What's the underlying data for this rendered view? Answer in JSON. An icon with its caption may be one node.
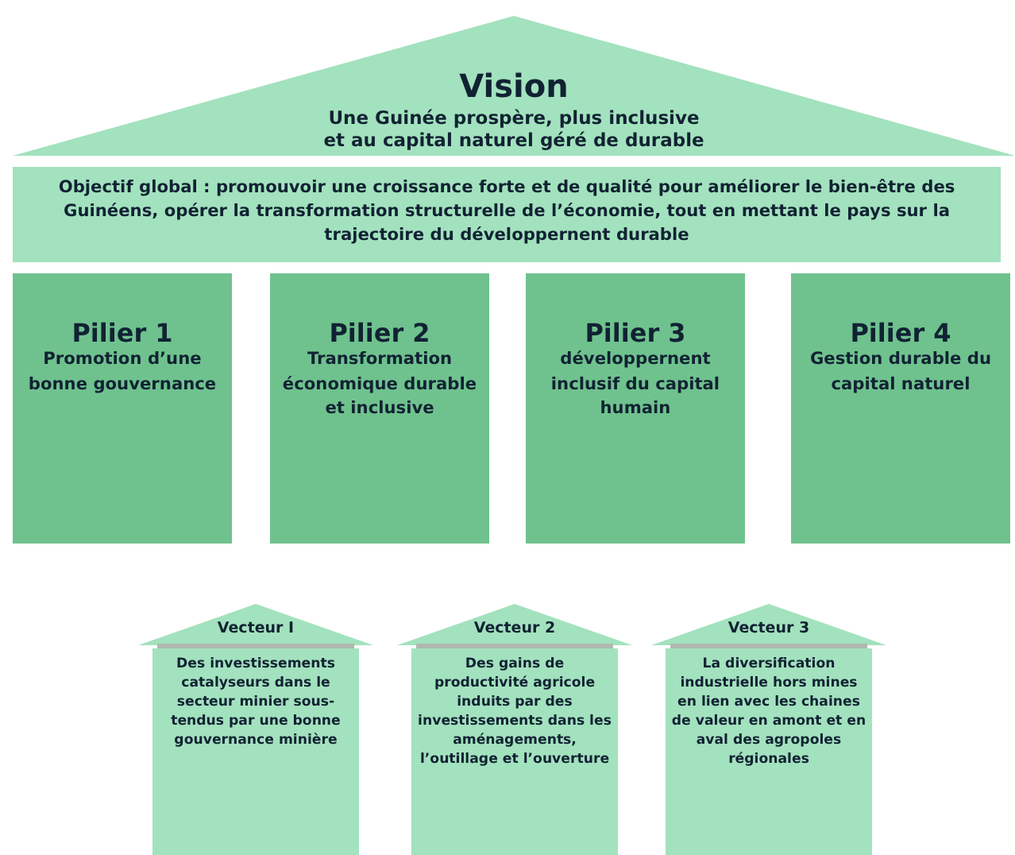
{
  "diagram": {
    "nodes": [
      {
        "text": [
          "Vision",
          "Une Guinée prospère, plus inclusive et au capital naturel géré de durable"
        ]
      },
      {
        "text": [
          "Objectif global : promouvoir une croissance forte et de qualité pour améliorer le bien-être des Guinéens, opérer la transformation structurelle de l’économie, tout en mettant le pays sur la trajectoire du développernent durable"
        ]
      },
      {
        "text": [
          "Pilier 1",
          "Promotion d’une bonne gouvernance"
        ]
      },
      {
        "text": [
          "Pilier 2",
          "Transformation économique durable et inclusive"
        ]
      },
      {
        "text": [
          "Pilier 3",
          "développernent inclusif du capital humain"
        ]
      },
      {
        "text": [
          "Pilier 4",
          "Gestion durable du capital naturel"
        ]
      },
      {
        "text": [
          "Vecteur I",
          "Des investissements catalyseurs dans le secteur minier sous-tendus par une bonne gouvernance minière"
        ]
      },
      {
        "text": [
          "Vecteur 2",
          "Des gains de productivité agricole induits par des investissements dans les aménagements, l’outillage et l’ouverture"
        ]
      },
      {
        "text": [
          "Vecteur 3",
          "La diversification industrielle hors mines en lien avec les chaines de valeur en amont et en aval des agropoles régionales"
        ]
      }
    ]
  }
}
